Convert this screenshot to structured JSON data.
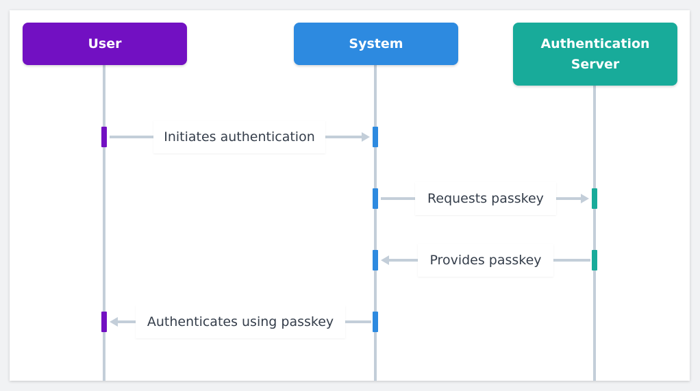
{
  "actors": {
    "user": {
      "label": "User",
      "color": "#7210c2"
    },
    "system": {
      "label": "System",
      "color": "#2d8ae0"
    },
    "auth_server": {
      "label": "Authentication\nServer",
      "color": "#18ab9a"
    }
  },
  "messages": [
    {
      "label": "Initiates authentication",
      "from": "user",
      "to": "system"
    },
    {
      "label": "Requests passkey",
      "from": "system",
      "to": "auth_server"
    },
    {
      "label": "Provides passkey",
      "from": "auth_server",
      "to": "system"
    },
    {
      "label": "Authenticates using passkey",
      "from": "system",
      "to": "user"
    }
  ],
  "colors": {
    "lifeline": "#c3ced9",
    "label_text": "#343d4a"
  }
}
